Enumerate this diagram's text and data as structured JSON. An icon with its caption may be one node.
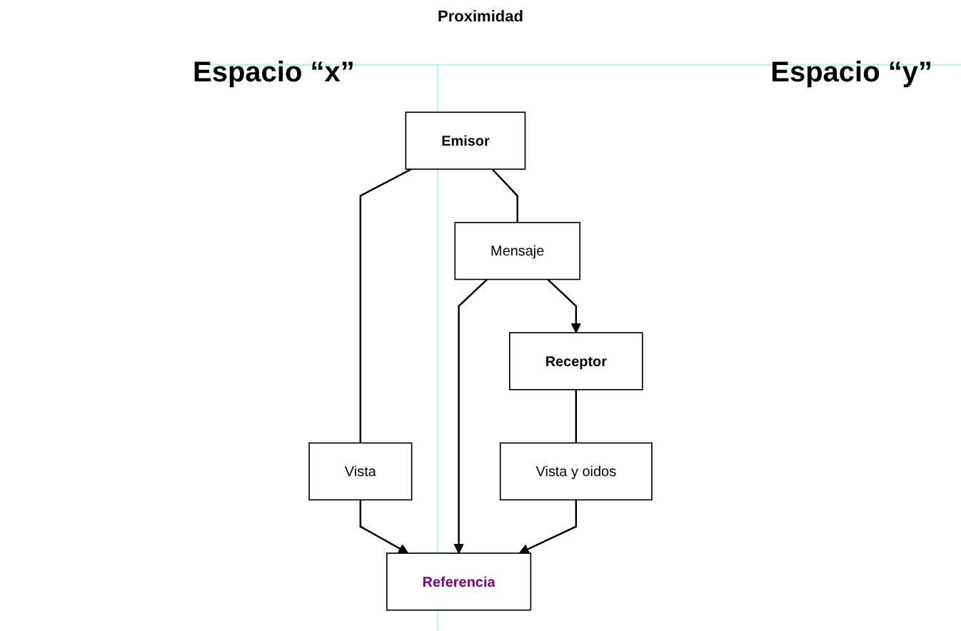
{
  "diagram": {
    "title": "Proximidad",
    "nodes": [
      {
        "text": [
          "Emisor"
        ]
      },
      {
        "text": [
          "Vista"
        ]
      },
      {
        "text": [
          "Mensaje"
        ]
      },
      {
        "text": [
          "Referencia"
        ]
      },
      {
        "text": [
          "Receptor"
        ]
      },
      {
        "text": [
          "Vista y oidos"
        ]
      }
    ],
    "edges": [
      {
        "from": 0,
        "to": 1,
        "arrow": "none"
      },
      {
        "from": 0,
        "to": 2,
        "arrow": "none"
      },
      {
        "from": 2,
        "to": 3,
        "arrow": "to"
      },
      {
        "from": 1,
        "to": 3,
        "arrow": "to"
      },
      {
        "from": 2,
        "to": 4,
        "arrow": "to"
      },
      {
        "from": 4,
        "to": 5,
        "arrow": "none"
      },
      {
        "from": 5,
        "to": 3,
        "arrow": "to"
      }
    ],
    "labels": [
      "Espacio “x”",
      "Espacio “y”"
    ]
  }
}
